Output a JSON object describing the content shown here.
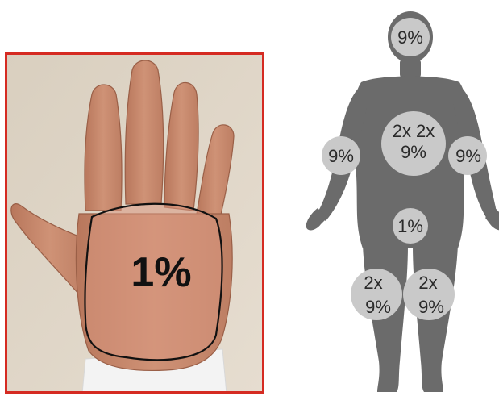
{
  "hand": {
    "palm_label": "1%"
  },
  "body": {
    "head": "9%",
    "torso": [
      "2x 2x",
      "9%"
    ],
    "left_arm": "9%",
    "right_arm": "9%",
    "genital": "1%",
    "left_leg": [
      "2x",
      "9%"
    ],
    "right_leg": [
      "2x",
      "9%"
    ]
  },
  "colors": {
    "frame": "#d52b22",
    "photo_background": "#ddd3c4",
    "skin": "#c98a6d",
    "palm_region": "#d89880",
    "cuff": "#f3f3f3",
    "silhouette": "#6b6b6b",
    "region_circle": "#c9c9c9",
    "outline": "#111111"
  }
}
